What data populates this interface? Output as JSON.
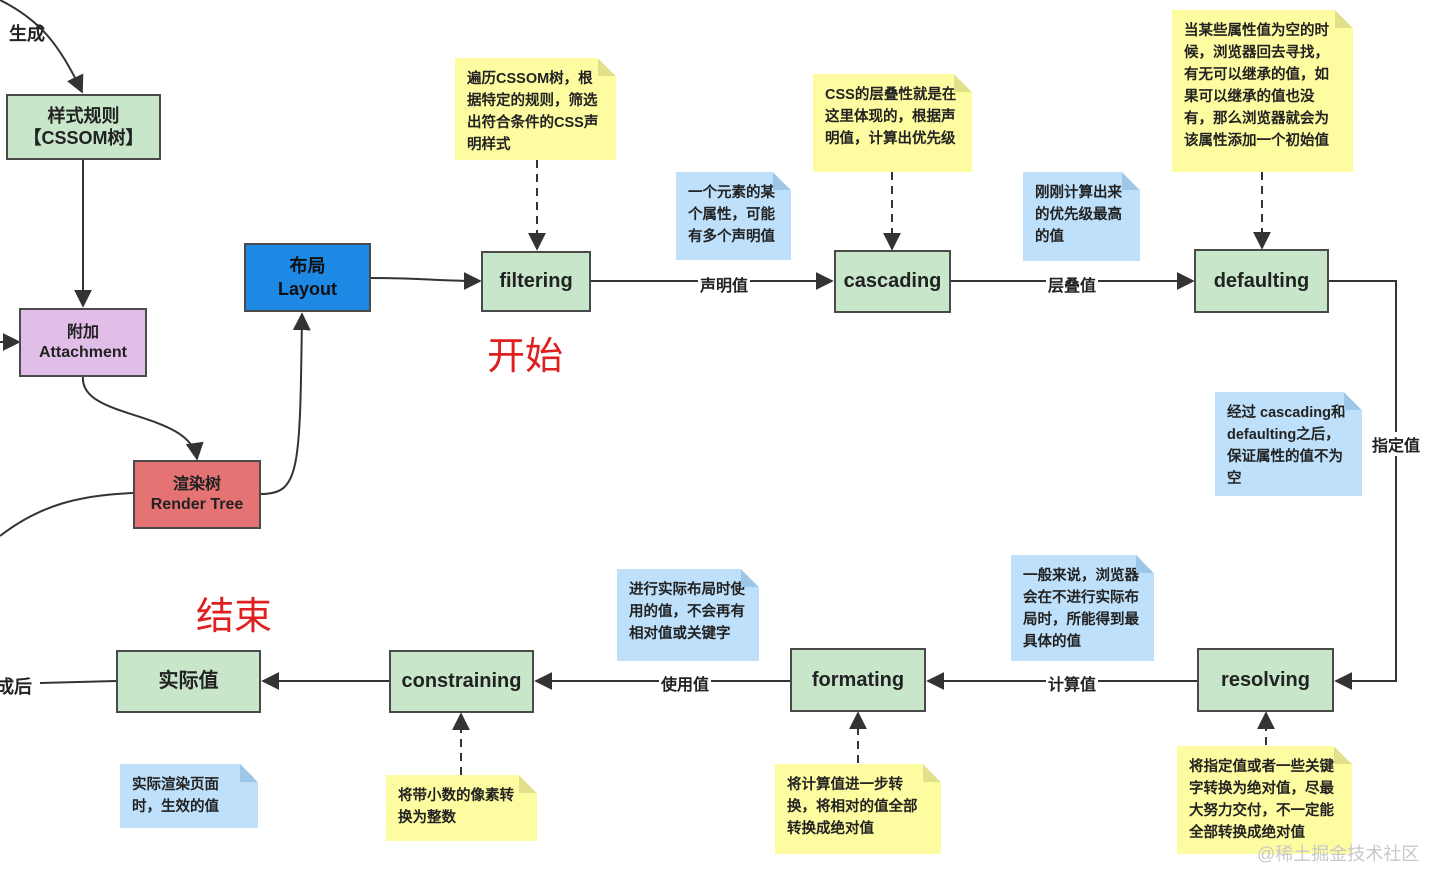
{
  "nodes": {
    "cssom": {
      "line1": "样式规则",
      "line2": "【CSSOM树】"
    },
    "attachment": {
      "line1": "附加",
      "line2": "Attachment"
    },
    "render_tree": {
      "line1": "渲染树",
      "line2": "Render Tree"
    },
    "layout": {
      "line1": "布局",
      "line2": "Layout"
    },
    "filtering": {
      "label": "filtering"
    },
    "cascading": {
      "label": "cascading"
    },
    "defaulting": {
      "label": "defaulting"
    },
    "resolving": {
      "label": "resolving"
    },
    "formating": {
      "label": "formating"
    },
    "constraining": {
      "label": "constraining"
    },
    "actual": {
      "label": "实际值"
    }
  },
  "edge_labels": {
    "declared": "声明值",
    "cascaded": "层叠值",
    "specified": "指定值",
    "computed": "计算值",
    "used": "使用值"
  },
  "notes": {
    "filtering": "遍历CSSOM树，根据特定的规则，筛选出符合条件的CSS声明样式",
    "declared": "一个元素的某个属性，可能有多个声明值",
    "cascading": "CSS的层叠性就是在这里体现的，根据声明值，计算出优先级",
    "cascaded": "刚刚计算出来的优先级最高的值",
    "defaulting": "当某些属性值为空的时候，浏览器回去寻找，有无可以继承的值，如果可以继承的值也没有，那么浏览器就会为该属性添加一个初始值",
    "specified": "经过 cascading和 defaulting之后，保证属性的值不为空",
    "computed": "一般来说，浏览器会在不进行实际布局时，所能得到最具体的值",
    "resolving": "将指定值或者一些关键字转换为绝对值，尽最大努力交付，不一定能全部转换成绝对值",
    "formating": "将计算值进一步转换，将相对的值全部转换成绝对值",
    "used": "进行实际布局时使用的值，不会再有相对值或关键字",
    "constraining": "将带小数的像素转换为整数",
    "actual": "实际渲染页面时，生效的值"
  },
  "texts": {
    "generate": "生成",
    "start": "开始",
    "end": "结束",
    "after": "成后",
    "watermark": "@稀土掘金技术社区"
  },
  "colors": {
    "green": "#c8e6c9",
    "purple": "#e1bee7",
    "red": "#e57373",
    "blue": "#1e88e5",
    "note_yellow": "#fdfca0",
    "note_blue": "#bfe0fa",
    "title_red": "#e02020"
  }
}
